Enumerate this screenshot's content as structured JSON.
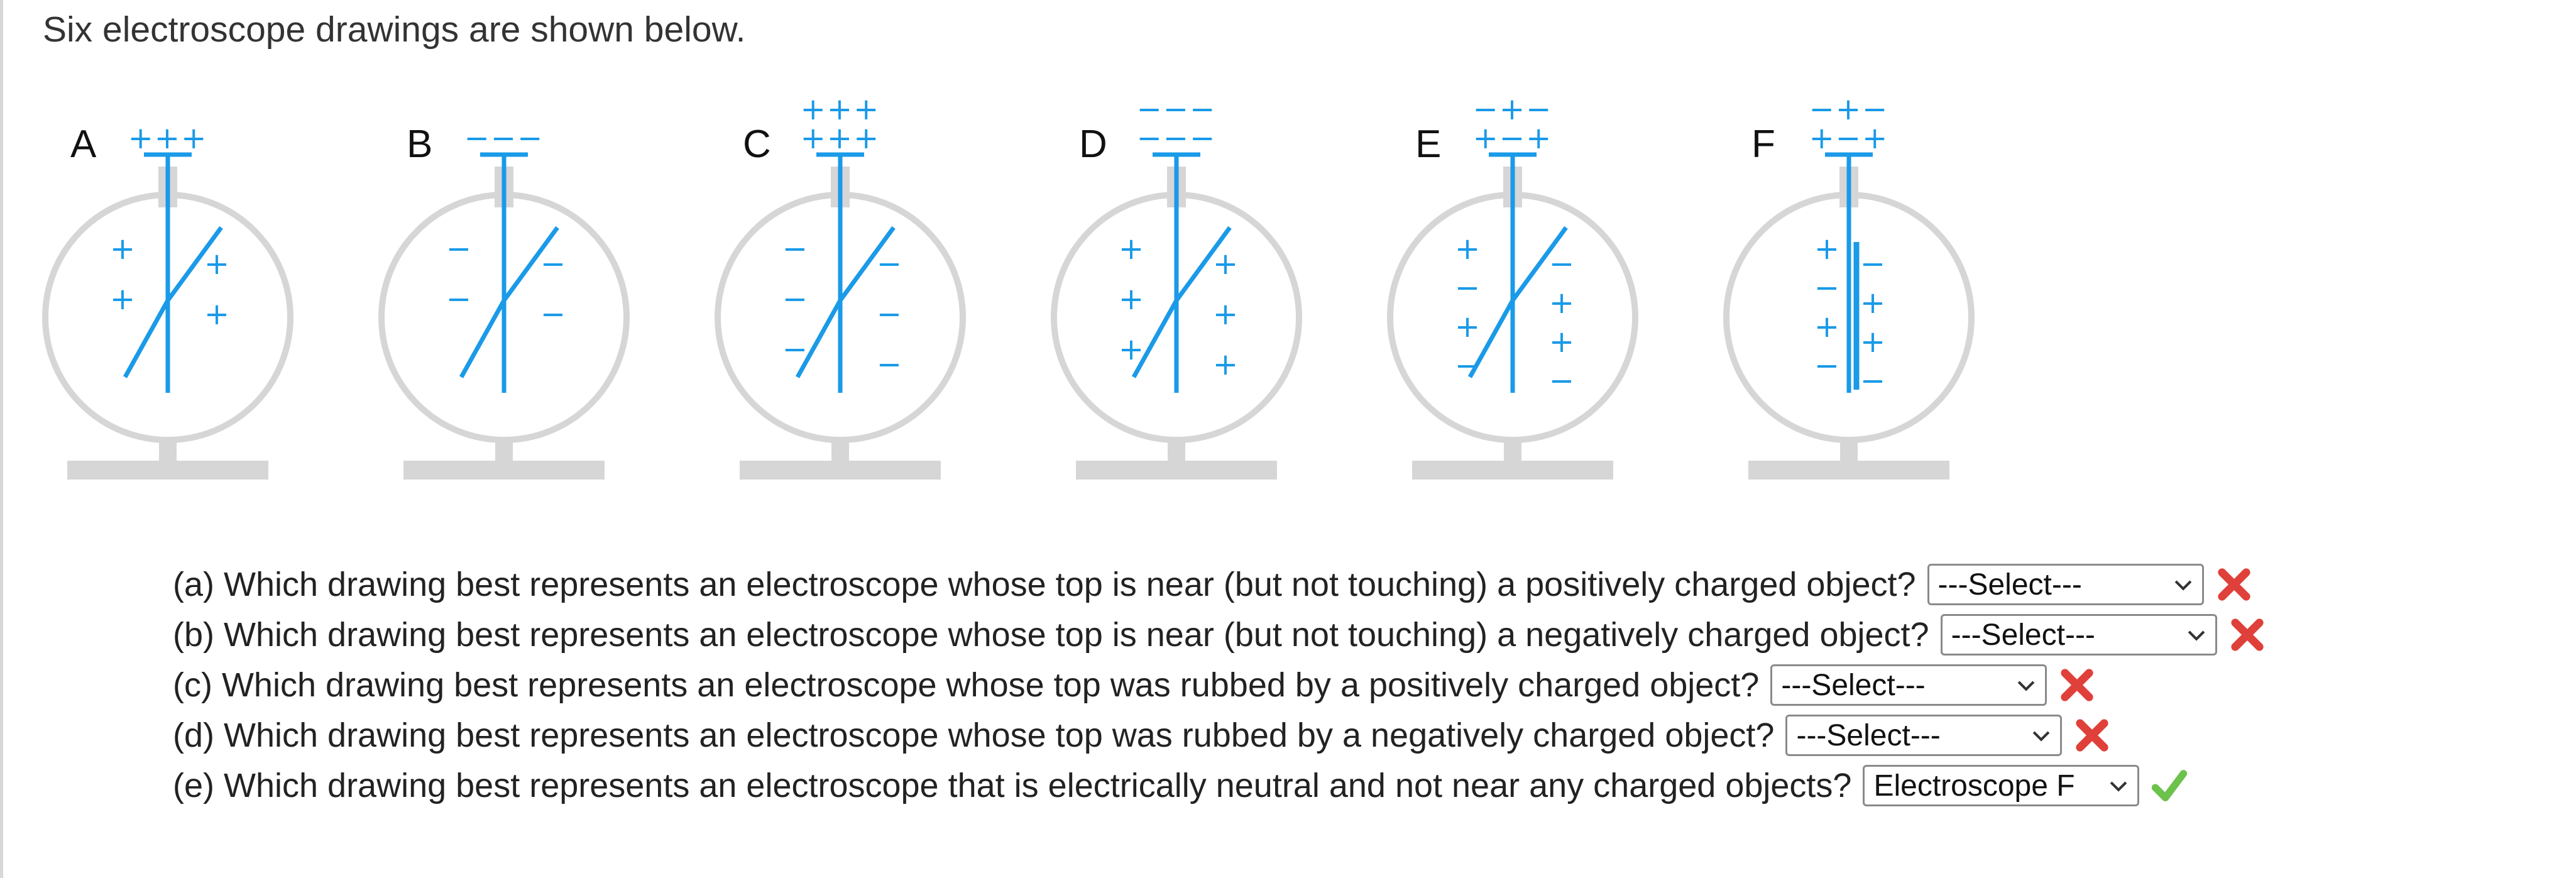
{
  "intro": "Six electroscope drawings are shown below.",
  "colors": {
    "charge_blue": "#1a9ae8",
    "body_gray": "#d6d6d6",
    "wrong_red": "#e0403a",
    "correct_green": "#6cc24a"
  },
  "electroscopes": [
    {
      "label": "A",
      "top": [
        "+++"
      ],
      "left_leaf": [
        "+",
        "+"
      ],
      "right_leaf": [
        "+",
        "+"
      ]
    },
    {
      "label": "B",
      "top": [
        "−−−"
      ],
      "left_leaf": [
        "−",
        "−"
      ],
      "right_leaf": [
        "−",
        "−"
      ]
    },
    {
      "label": "C",
      "top": [
        "+++",
        "+++"
      ],
      "left_leaf": [
        "−",
        "−",
        "−"
      ],
      "right_leaf": [
        "−",
        "−",
        "−"
      ]
    },
    {
      "label": "D",
      "top": [
        "−−−",
        "−−−"
      ],
      "left_leaf": [
        "+",
        "+",
        "+"
      ],
      "right_leaf": [
        "+",
        "+",
        "+"
      ]
    },
    {
      "label": "E",
      "top": [
        "−+−",
        "+−+"
      ],
      "left_leaf": [
        "+",
        "−",
        "+",
        "−"
      ],
      "right_leaf": [
        "−",
        "+",
        "+",
        "−"
      ]
    },
    {
      "label": "F",
      "top": [
        "−+−",
        "+−+"
      ],
      "left_leaf": [
        "+",
        "−",
        "+",
        "−"
      ],
      "right_leaf": [
        "−",
        "+",
        "+",
        "−"
      ]
    }
  ],
  "questions": [
    {
      "text": "(a) Which drawing best represents an electroscope whose top is near (but not touching) a positively charged object?",
      "selected": "---Select---",
      "status": "incorrect"
    },
    {
      "text": "(b) Which drawing best represents an electroscope whose top is near (but not touching) a negatively charged object?",
      "selected": "---Select---",
      "status": "incorrect"
    },
    {
      "text": "(c) Which drawing best represents an electroscope whose top was rubbed by a positively charged object?",
      "selected": "---Select---",
      "status": "incorrect"
    },
    {
      "text": "(d) Which drawing best represents an electroscope whose top was rubbed by a negatively charged object?",
      "selected": "---Select---",
      "status": "incorrect"
    },
    {
      "text": "(e) Which drawing best represents an electroscope that is electrically neutral and not near any charged objects?",
      "selected": "Electroscope F",
      "status": "correct"
    }
  ],
  "icons": {
    "caret": "chevron-down-icon",
    "incorrect": "x-mark-icon",
    "correct": "check-mark-icon"
  }
}
